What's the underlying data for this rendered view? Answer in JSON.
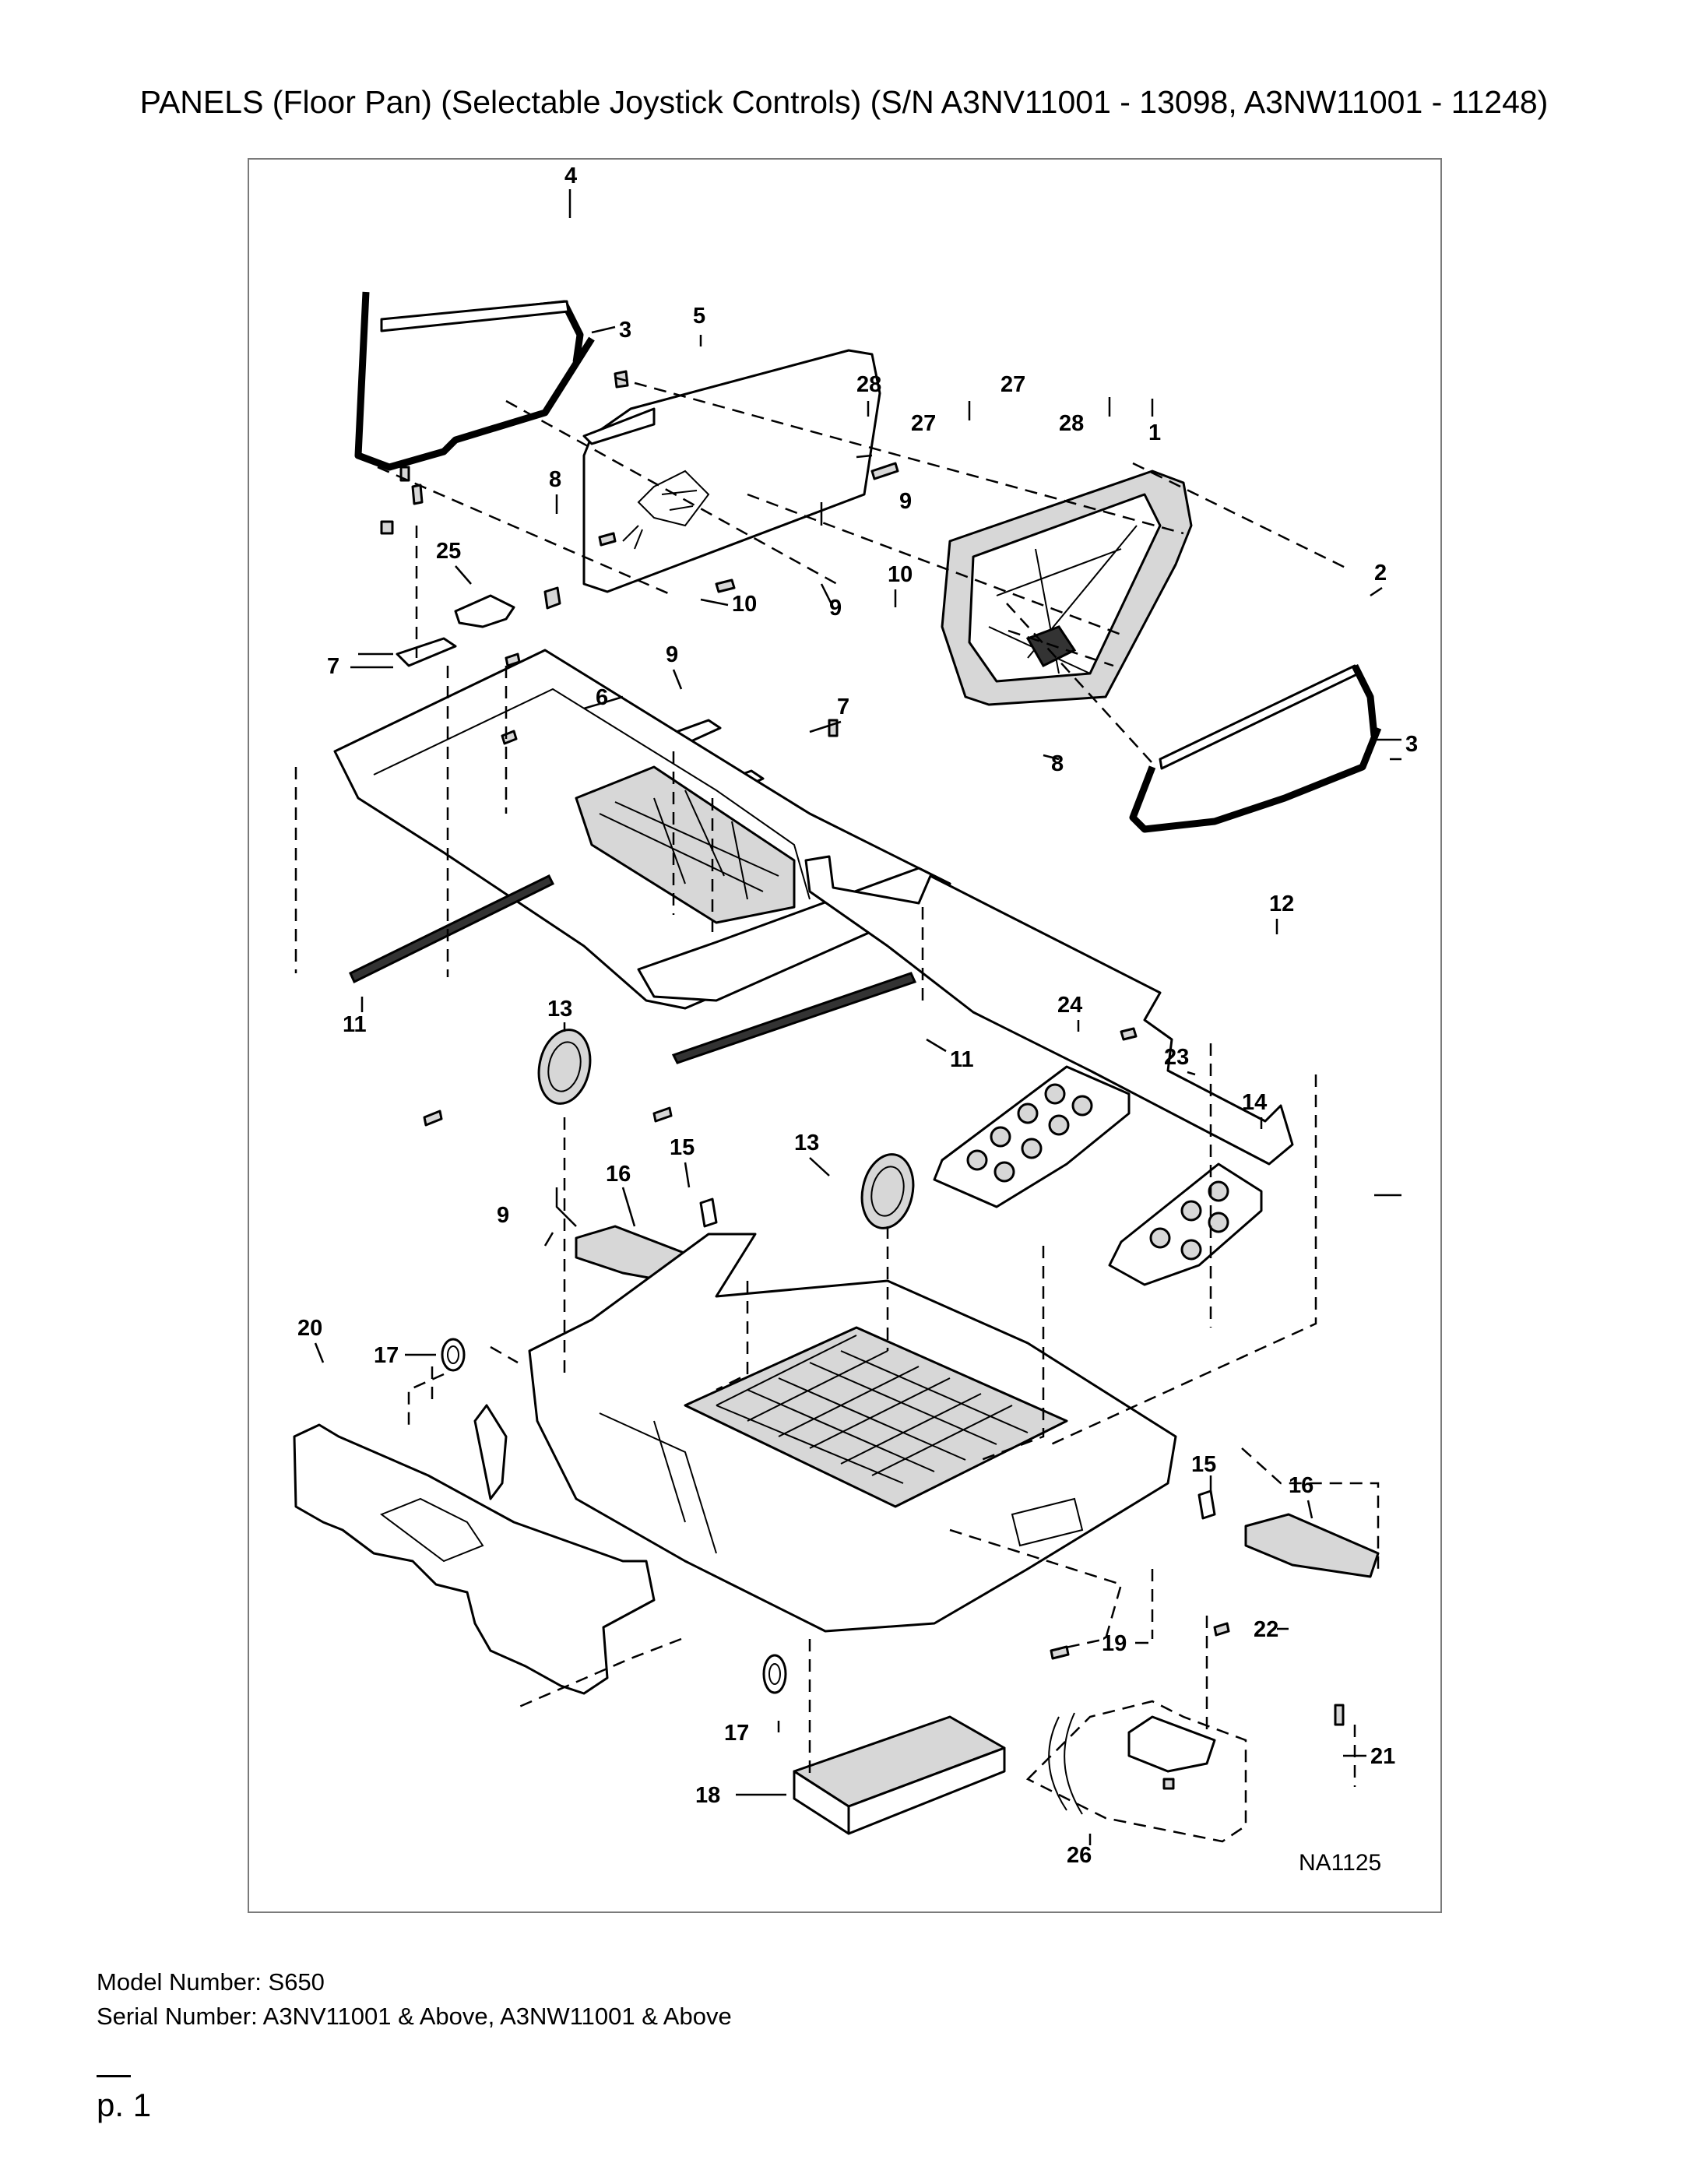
{
  "page_title": "PANELS (Floor Pan) (Selectable Joystick Controls) (S/N A3NV11001 - 13098, A3NW11001 - 11248)",
  "figure_id": "NA1125",
  "callouts": {
    "c1": "1",
    "c2": "2",
    "c3a": "3",
    "c3b": "3",
    "c4": "4",
    "c5": "5",
    "c6": "6",
    "c7a": "7",
    "c7b": "7",
    "c8a": "8",
    "c8b": "8",
    "c9a": "9",
    "c9b": "9",
    "c9c": "9",
    "c9d": "9",
    "c10a": "10",
    "c10b": "10",
    "c11a": "11",
    "c11b": "11",
    "c12": "12",
    "c13a": "13",
    "c13b": "13",
    "c14": "14",
    "c15a": "15",
    "c15b": "15",
    "c16a": "16",
    "c16b": "16",
    "c17a": "17",
    "c17b": "17",
    "c18": "18",
    "c19": "19",
    "c20": "20",
    "c21": "21",
    "c22": "22",
    "c23": "23",
    "c24": "24",
    "c25": "25",
    "c26": "26",
    "c27a": "27",
    "c27b": "27",
    "c28a": "28",
    "c28b": "28"
  },
  "model_number": "Model Number: S650",
  "serial_number": "Serial Number: A3NV11001 & Above, A3NW11001 & Above",
  "page_number": "p. 1"
}
